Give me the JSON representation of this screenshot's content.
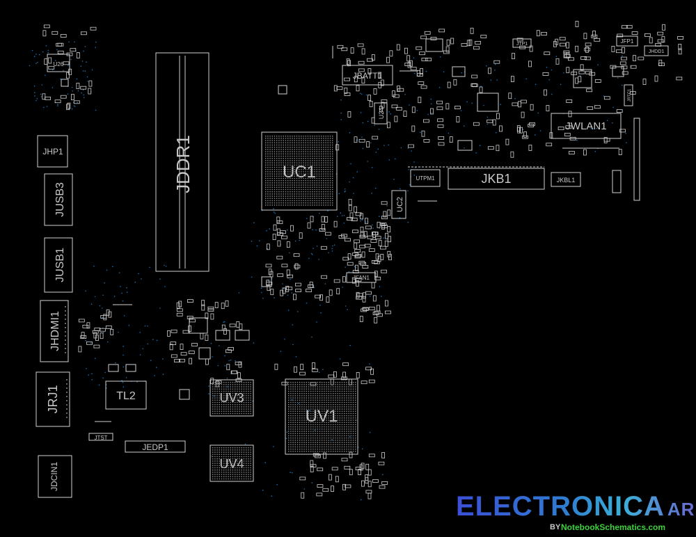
{
  "colors": {
    "background": "#000000",
    "outline": "#d2d2d2",
    "pad": "#cfcfcf",
    "via": "#1e6fb0",
    "brand": "#2f7bd0",
    "site": "#3cd23c"
  },
  "components": [
    {
      "ref": "U26",
      "size": "xs"
    },
    {
      "ref": "JHP1",
      "size": "md"
    },
    {
      "ref": "JUSB3",
      "size": "lg"
    },
    {
      "ref": "JUSB1",
      "size": "lg"
    },
    {
      "ref": "JHDMI1",
      "size": "lg"
    },
    {
      "ref": "JRJ1",
      "size": "xl"
    },
    {
      "ref": "JDCIN1",
      "size": "md"
    },
    {
      "ref": "TL2",
      "size": "lg"
    },
    {
      "ref": "JTST",
      "size": "xs"
    },
    {
      "ref": "JEDP1",
      "size": "md"
    },
    {
      "ref": "JDDR1",
      "size": "xxl"
    },
    {
      "ref": "UC1",
      "size": "xxl"
    },
    {
      "ref": "UV3",
      "size": "xl"
    },
    {
      "ref": "UV4",
      "size": "xl"
    },
    {
      "ref": "UV1",
      "size": "xxl"
    },
    {
      "ref": "JBATT1",
      "size": "md"
    },
    {
      "ref": "U24",
      "size": "xs"
    },
    {
      "ref": "UC2",
      "size": "sm"
    },
    {
      "ref": "UTPM1",
      "size": "xs"
    },
    {
      "ref": "JKB1",
      "size": "xl"
    },
    {
      "ref": "JKBL1",
      "size": "xs"
    },
    {
      "ref": "JWLAN1",
      "size": "lg"
    },
    {
      "ref": "JTP1",
      "size": "xs"
    },
    {
      "ref": "JFP1",
      "size": "xs"
    },
    {
      "ref": "JHDD1",
      "size": "xs"
    },
    {
      "ref": "JRTC1",
      "size": "xs"
    },
    {
      "ref": "JFAN1",
      "size": "xs"
    }
  ],
  "watermark": {
    "brand": "ELECTRONICA",
    "badge": "AR",
    "by": "BY",
    "site": "NotebookSchematics.com"
  }
}
